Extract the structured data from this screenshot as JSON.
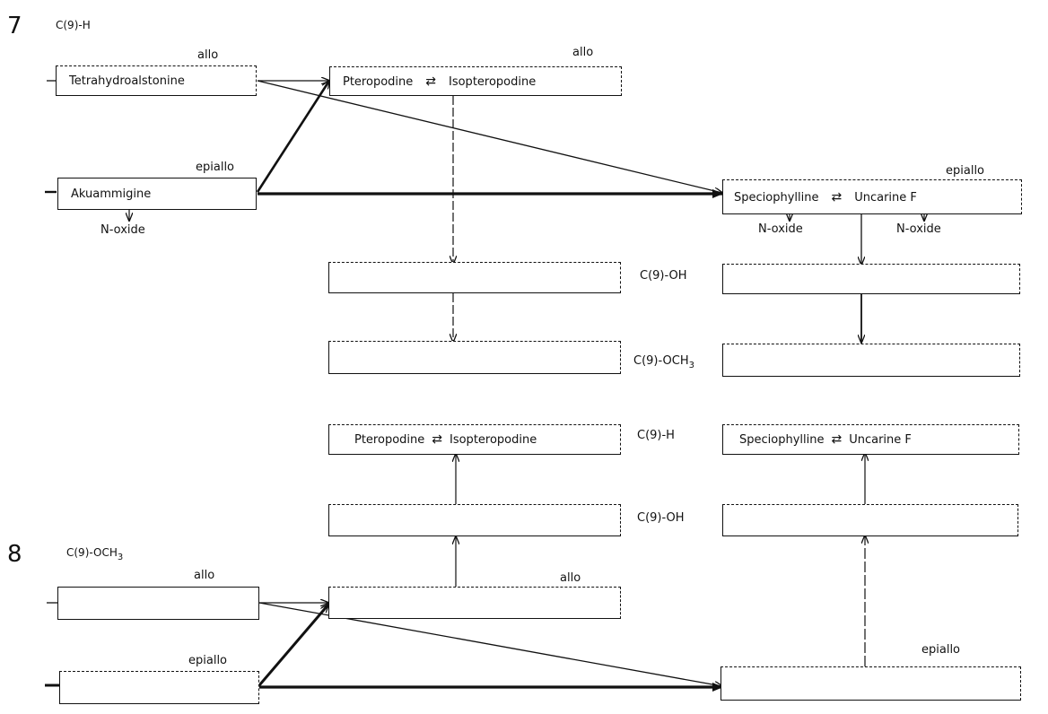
{
  "figure7": {
    "number": "7",
    "substituent": "C(9)-H",
    "boxes": {
      "tetrahydroalstonine": {
        "label": "Tetrahydroalstonine",
        "config": "allo"
      },
      "akuammigine": {
        "label": "Akuammigine",
        "config": "epiallo",
        "n_oxide": "N-oxide"
      },
      "pteropodine_pair": {
        "left": "Pteropodine",
        "right": "Isopteropodine",
        "equilibrium": "⇄",
        "config": "allo"
      },
      "speciophylline_pair": {
        "left": "Speciophylline",
        "right": "Uncarine F",
        "equilibrium": "⇄",
        "config": "epiallo",
        "n_oxide_left": "N-oxide",
        "n_oxide_right": "N-oxide"
      }
    },
    "row_labels": {
      "oh": "C(9)-OH",
      "och3_prefix": "C(9)-OCH",
      "och3_sub": "3"
    }
  },
  "figure8": {
    "number": "8",
    "substituent_prefix": "C(9)-OCH",
    "substituent_sub": "3",
    "boxes": {
      "allo_source": {
        "config": "allo"
      },
      "epiallo_source": {
        "config": "epiallo"
      },
      "allo_target": {
        "config": "allo"
      },
      "epiallo_target": {
        "config": "epiallo"
      },
      "pteropodine_pair": {
        "left": "Pteropodine",
        "right": "Isopteropodine",
        "equilibrium": "⇄"
      },
      "speciophylline_pair": {
        "left": "Speciophylline",
        "right": "Uncarine F",
        "equilibrium": "⇄"
      }
    },
    "row_labels": {
      "h": "C(9)-H",
      "oh": "C(9)-OH"
    }
  }
}
